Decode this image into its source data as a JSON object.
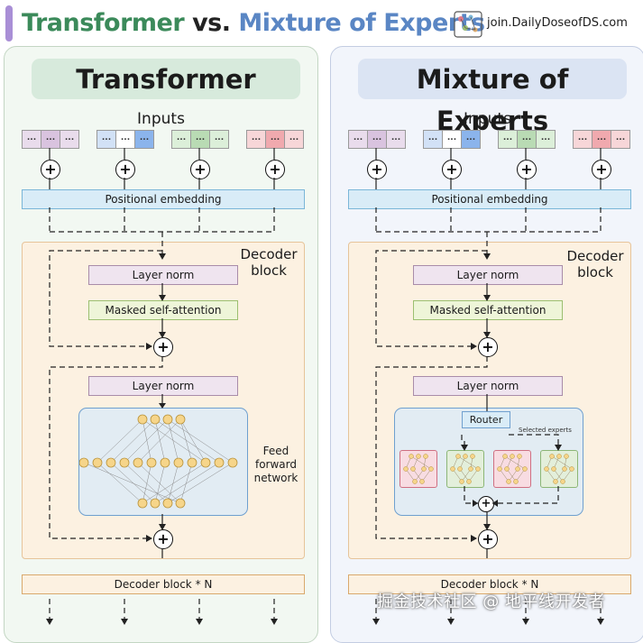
{
  "header": {
    "title_left": "Transformer",
    "title_vs": "vs.",
    "title_right": "Mixture of Experts",
    "brand": "join.DailyDoseofDS.com",
    "colors": {
      "accent": "#a98fd6",
      "transformer": "#3b8a5a",
      "moe": "#3b6fb5"
    }
  },
  "transformer": {
    "title": "Transformer",
    "inputs_label": "Inputs",
    "token_text": "...",
    "positional_embedding": "Positional embedding",
    "decoder_block_label": "Decoder block",
    "layer_norm_1": "Layer norm",
    "masked_self_attention": "Masked self-attention",
    "layer_norm_2": "Layer norm",
    "ffn_label": "Feed forward network",
    "decoder_n": "Decoder block * N"
  },
  "moe": {
    "title": "Mixture of Experts",
    "inputs_label": "Inputs",
    "token_text": "...",
    "positional_embedding": "Positional embedding",
    "decoder_block_label": "Decoder block",
    "layer_norm_1": "Layer norm",
    "masked_self_attention": "Masked self-attention",
    "layer_norm_2": "Layer norm",
    "router": "Router",
    "selected_experts": "Selected experts",
    "decoder_n": "Decoder block * N"
  },
  "token_colors": [
    "#e9dcec",
    "#d2e1f6",
    "#dcefd9",
    "#f7d6d8"
  ],
  "token_highlight": [
    "#d9c3df",
    "#8bb4ec",
    "#b9dbb4",
    "#f0a9ae"
  ],
  "expert_colors": [
    {
      "fill": "#f8dce2",
      "border": "#cf6f82"
    },
    {
      "fill": "#e3efdb",
      "border": "#8cb676"
    },
    {
      "fill": "#f8dce2",
      "border": "#cf6f82"
    },
    {
      "fill": "#e3efdb",
      "border": "#8cb676"
    }
  ],
  "watermark": "掘金技术社区 @ 地平线开发者"
}
